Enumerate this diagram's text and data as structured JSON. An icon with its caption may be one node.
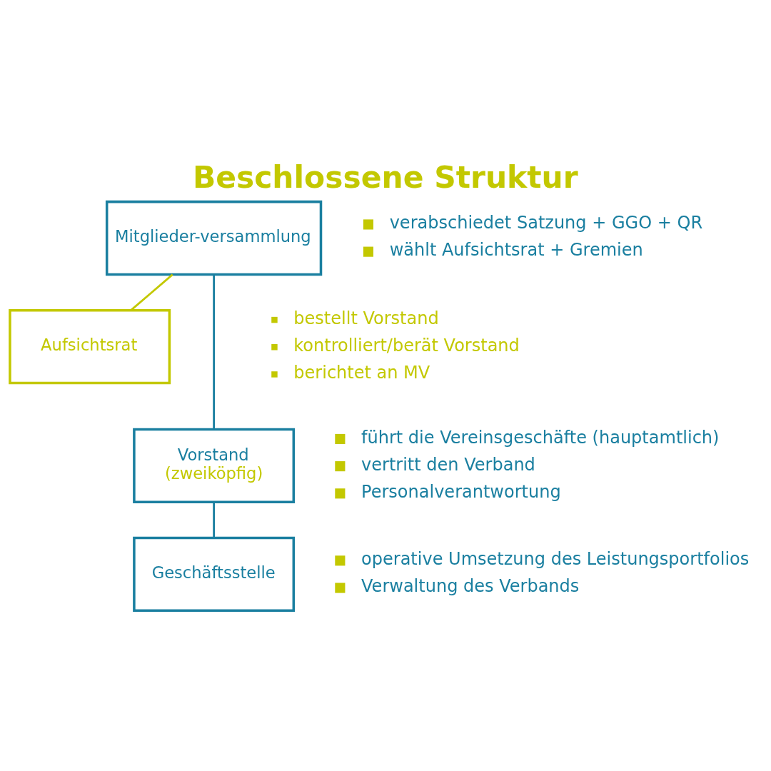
{
  "diagram": {
    "title": "Beschlossene Struktur",
    "nodes": [
      {
        "text": [
          "Mitglieder-versammlung"
        ],
        "beside": [
          "verabschiedet Satzung + GGO + QR",
          "wählt Aufsichtsrat + Gremien"
        ]
      },
      {
        "text": [
          "Aufsichtsrat"
        ],
        "beside": [
          "bestellt Vorstand",
          "kontrolliert/berät Vorstand",
          "berichtet an MV"
        ]
      },
      {
        "text": [
          "Vorstand",
          "(zweiköpfig)"
        ],
        "beside": [
          "führt die Vereinsgeschäfte (hauptamtlich)",
          "vertritt den Verband",
          "Personalverantwortung"
        ]
      },
      {
        "text": [
          "Geschäftsstelle"
        ],
        "beside": [
          "operative Umsetzung des Leistungsportfolios",
          "Verwaltung des Verbands"
        ]
      }
    ],
    "edges": [
      {
        "from": 0,
        "to": 2,
        "arrow": "none"
      },
      {
        "from": 0,
        "to": 1,
        "arrow": "none",
        "color": "#c3c800"
      },
      {
        "from": 2,
        "to": 3,
        "arrow": "none"
      }
    ]
  }
}
